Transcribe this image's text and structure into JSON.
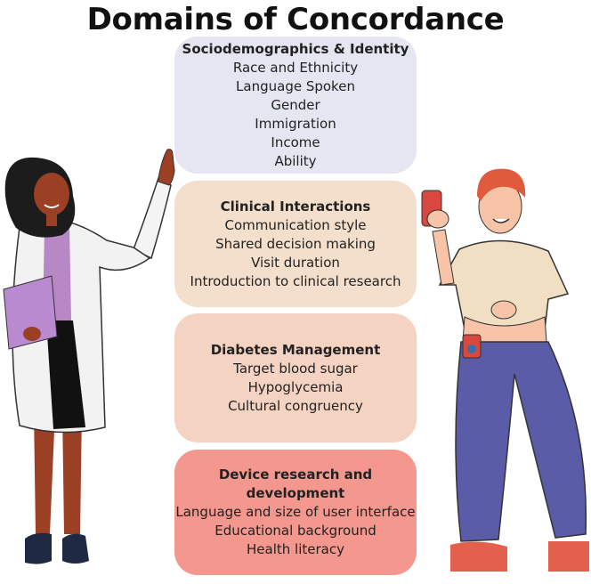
{
  "title": "Domains of Concordance",
  "domains": [
    {
      "heading": "Sociodemographics & Identity",
      "items": [
        "Race and Ethnicity",
        "Language Spoken",
        "Gender",
        "Immigration",
        "Income",
        "Ability"
      ],
      "color": "#e6e6f3"
    },
    {
      "heading": "Clinical Interactions",
      "items": [
        "Communication style",
        "Shared decision making",
        "Visit duration",
        "Introduction to clinical research"
      ],
      "color": "#f3dfcc"
    },
    {
      "heading": "Diabetes Management",
      "items": [
        "Target blood sugar",
        "Hypoglycemia",
        "Cultural congruency"
      ],
      "color": "#f5d3c3"
    },
    {
      "heading": "Device research and development",
      "items": [
        "Language and size of user interface",
        "Educational background",
        "Health literacy"
      ],
      "color": "#f4978e"
    }
  ],
  "illustrations": {
    "left": "doctor-with-clipboard-illustration",
    "right": "patient-with-phone-and-insulin-pump-illustration"
  }
}
